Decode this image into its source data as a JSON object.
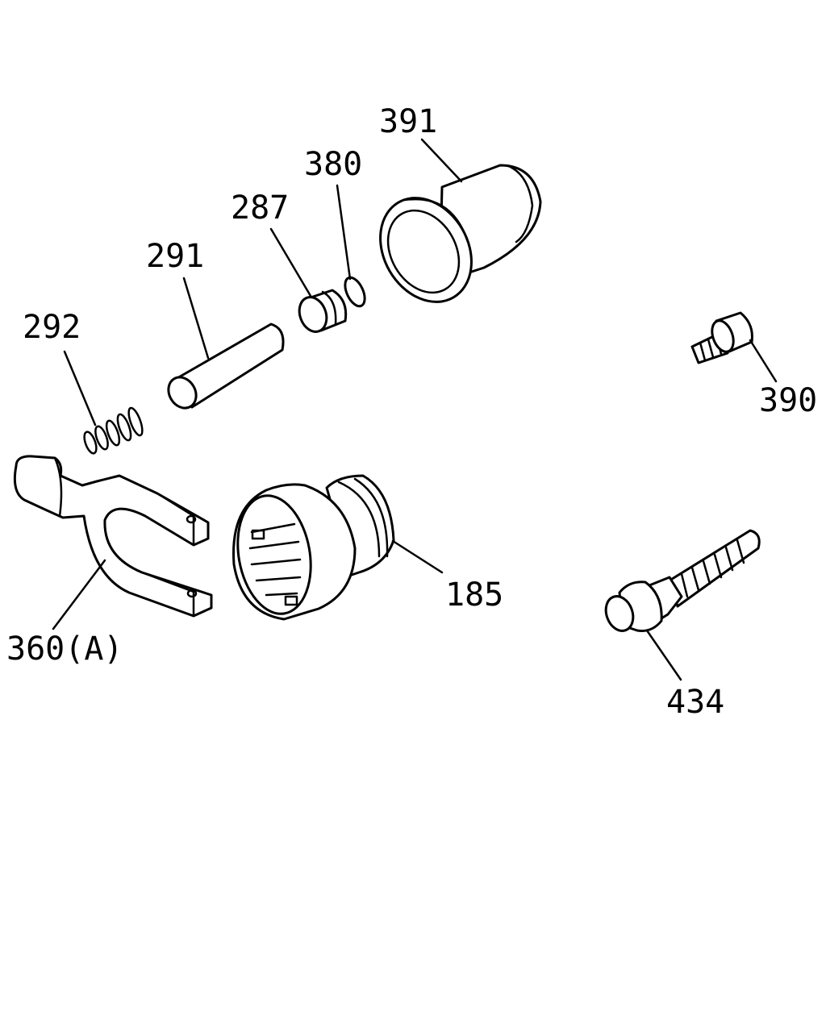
{
  "callouts": {
    "p391": "391",
    "p380": "380",
    "p287": "287",
    "p291": "291",
    "p292": "292",
    "p390": "390",
    "p185": "185",
    "p360": "360(A)",
    "p434": "434"
  },
  "colors": {
    "line": "#000000",
    "background": "#ffffff"
  }
}
